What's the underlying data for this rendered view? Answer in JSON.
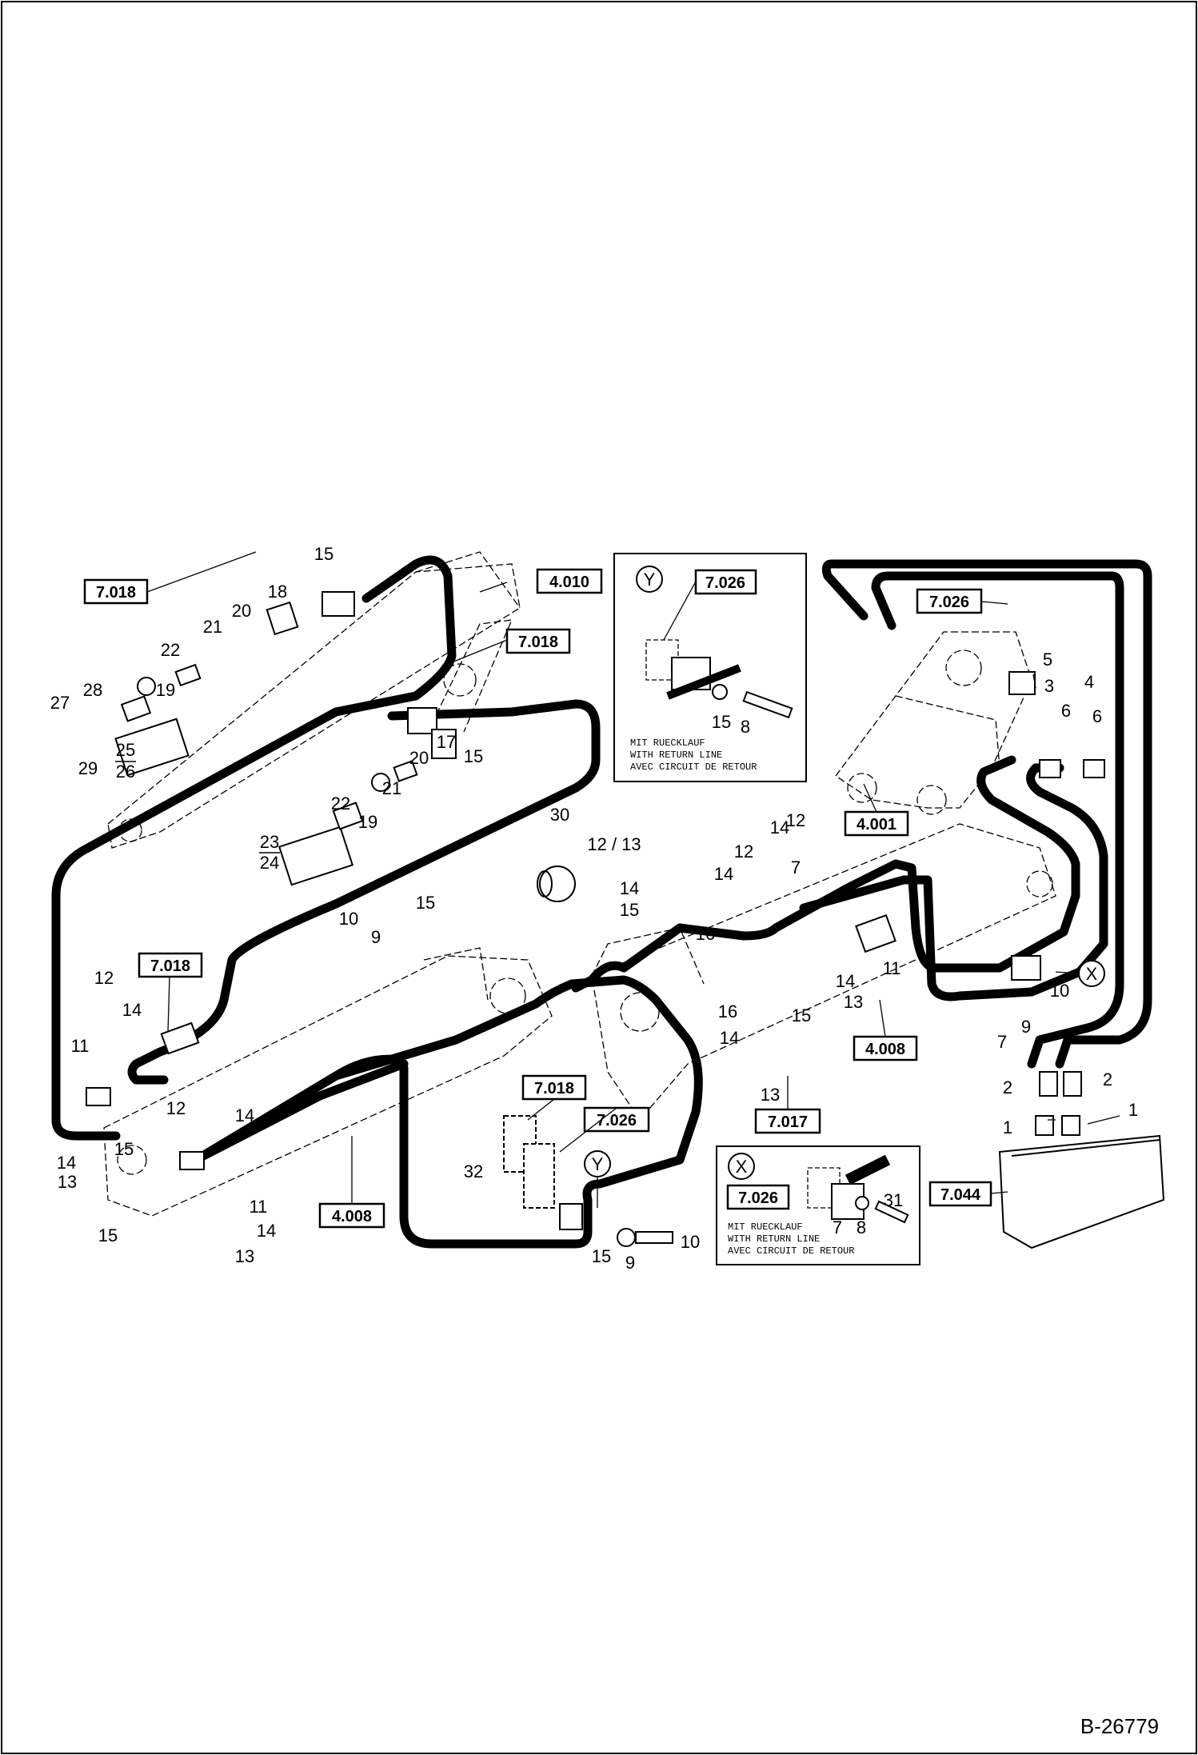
{
  "document_id": "B-26779",
  "refs": {
    "r7018_a": "7.018",
    "r4010": "4.010",
    "r7018_b": "7.018",
    "r7018_c": "7.018",
    "r7026_y": "7.026",
    "r7026_top": "7.026",
    "r4001": "4.001",
    "r4008_a": "4.008",
    "r4008_b": "4.008",
    "r7017": "7.017",
    "r7018_d": "7.018",
    "r7026_mid": "7.026",
    "r7026_x": "7.026",
    "r7044": "7.044"
  },
  "callouts": {
    "Y": "Y",
    "X": "X"
  },
  "inset_note": {
    "line1": "MIT RUECKLAUF",
    "line2": "WITH RETURN LINE",
    "line3": "AVEC CIRCUIT DE RETOUR"
  },
  "part_numbers": {
    "p15a": "15",
    "p18": "18",
    "p20a": "20",
    "p21a": "21",
    "p22a": "22",
    "p28": "28",
    "p27": "27",
    "p29": "29",
    "p25": "25",
    "p26": "26",
    "p19a": "19",
    "p17": "17",
    "p15b": "15",
    "p20b": "20",
    "p21b": "21",
    "p22b": "22",
    "p19b": "19",
    "p23": "23",
    "p24": "24",
    "p30": "30",
    "p1213": "12 / 13",
    "p14a": "14",
    "p15c": "15",
    "p16a": "16",
    "p14b": "14",
    "p12a": "12",
    "p14c": "14",
    "p12b": "12",
    "p7a": "7",
    "p10a": "10",
    "p15d": "15",
    "p9a": "9",
    "p11a": "11",
    "p14d": "14",
    "p13a": "13",
    "p16b": "16",
    "p15e": "15",
    "p14e": "14",
    "p13b": "13",
    "p12c": "12",
    "p14f": "14",
    "p11b": "11",
    "p15f": "15",
    "p14g": "14",
    "p13c": "13",
    "p12d": "12",
    "p14h": "14",
    "p15g": "15",
    "p11c": "11",
    "p14i": "14",
    "p13d": "13",
    "p32": "32",
    "p15h": "15",
    "p9b": "9",
    "p10b": "10",
    "p5": "5",
    "p4": "4",
    "p3": "3",
    "p6a": "6",
    "p6b": "6",
    "p10c": "10",
    "p9c": "9",
    "p7b": "7",
    "p2a": "2",
    "p2b": "2",
    "p1a": "1",
    "p1b": "1",
    "p15i": "15",
    "p8a": "8",
    "p7c": "7",
    "p8b": "8",
    "p31": "31"
  }
}
